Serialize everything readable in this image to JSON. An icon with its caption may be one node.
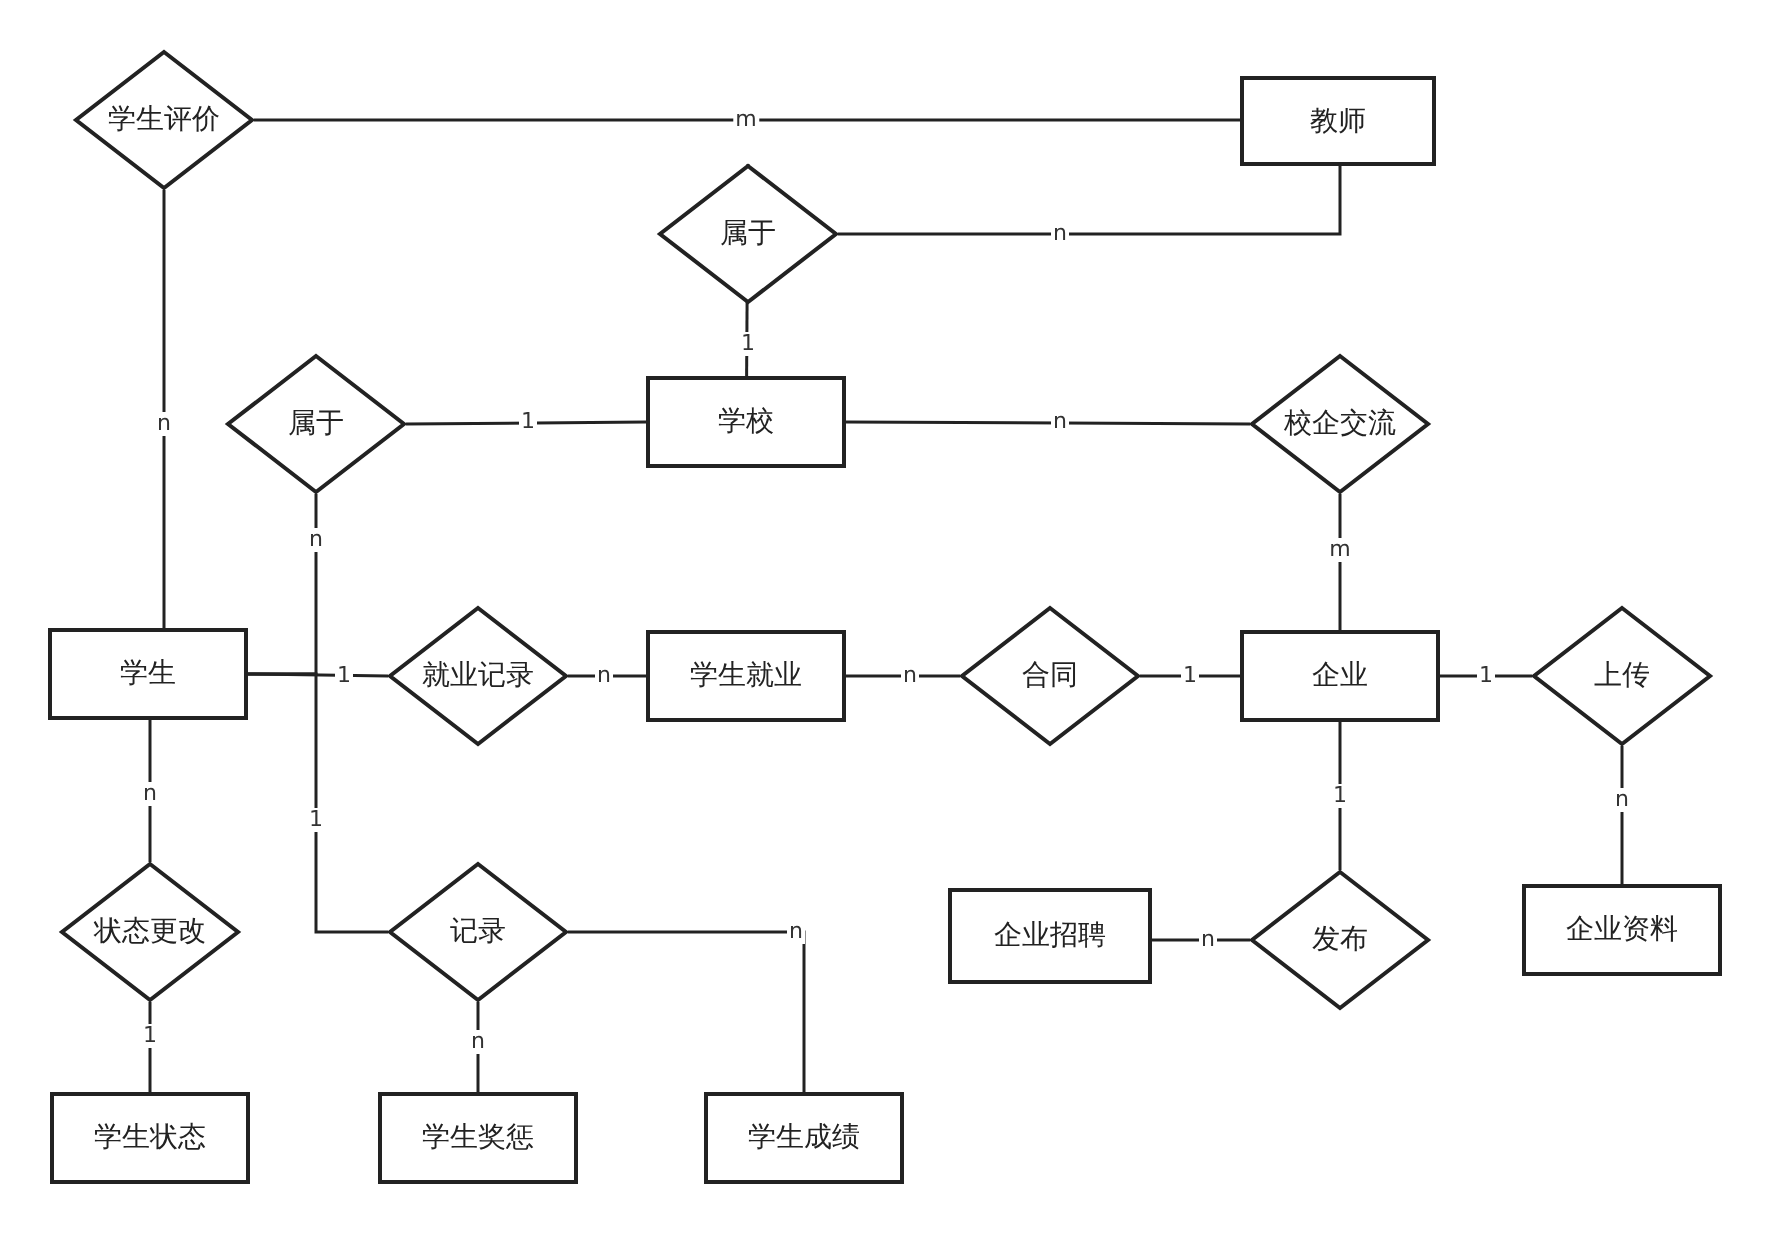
{
  "diagram": {
    "nodes": [
      {
        "text": [
          "学生评价"
        ]
      },
      {
        "text": [
          "教师"
        ]
      },
      {
        "text": [
          "属于"
        ]
      },
      {
        "text": [
          "属于"
        ]
      },
      {
        "text": [
          "学校"
        ]
      },
      {
        "text": [
          "校企交流"
        ]
      },
      {
        "text": [
          "学生"
        ]
      },
      {
        "text": [
          "就业记录"
        ]
      },
      {
        "text": [
          "学生就业"
        ]
      },
      {
        "text": [
          "合同"
        ]
      },
      {
        "text": [
          "企业"
        ]
      },
      {
        "text": [
          "上传"
        ]
      },
      {
        "text": [
          "状态更改"
        ]
      },
      {
        "text": [
          "记录"
        ]
      },
      {
        "text": [
          "企业招聘"
        ]
      },
      {
        "text": [
          "发布"
        ]
      },
      {
        "text": [
          "企业资料"
        ]
      },
      {
        "text": [
          "学生状态"
        ]
      },
      {
        "text": [
          "学生奖惩"
        ]
      },
      {
        "text": [
          "学生成绩"
        ]
      }
    ],
    "edges": [
      {
        "from": 0,
        "to": 1,
        "arrow": "none",
        "label": "m"
      },
      {
        "from": 1,
        "to": 2,
        "arrow": "none",
        "label": "n"
      },
      {
        "from": 2,
        "to": 4,
        "arrow": "none",
        "label": "1"
      },
      {
        "from": 0,
        "to": 6,
        "arrow": "none",
        "label": "n"
      },
      {
        "from": 3,
        "to": 4,
        "arrow": "none",
        "label": "1"
      },
      {
        "from": 4,
        "to": 5,
        "arrow": "none",
        "label": "n"
      },
      {
        "from": 5,
        "to": 10,
        "arrow": "none",
        "label": "m"
      },
      {
        "from": 6,
        "to": 3,
        "arrow": "none",
        "label": "n"
      },
      {
        "from": 6,
        "to": 7,
        "arrow": "none",
        "label": "1"
      },
      {
        "from": 7,
        "to": 8,
        "arrow": "none",
        "label": "n"
      },
      {
        "from": 8,
        "to": 9,
        "arrow": "none",
        "label": "n"
      },
      {
        "from": 9,
        "to": 10,
        "arrow": "none",
        "label": "1"
      },
      {
        "from": 10,
        "to": 11,
        "arrow": "none",
        "label": "1"
      },
      {
        "from": 6,
        "to": 12,
        "arrow": "none",
        "label": "n"
      },
      {
        "from": 6,
        "to": 13,
        "arrow": "none",
        "label": "1"
      },
      {
        "from": 10,
        "to": 15,
        "arrow": "none",
        "label": "1"
      },
      {
        "from": 15,
        "to": 14,
        "arrow": "none",
        "label": "n"
      },
      {
        "from": 11,
        "to": 16,
        "arrow": "none",
        "label": "n"
      },
      {
        "from": 12,
        "to": 17,
        "arrow": "none",
        "label": "1"
      },
      {
        "from": 13,
        "to": 18,
        "arrow": "none",
        "label": "n"
      },
      {
        "from": 13,
        "to": 19,
        "arrow": "none",
        "label": "n"
      }
    ]
  }
}
